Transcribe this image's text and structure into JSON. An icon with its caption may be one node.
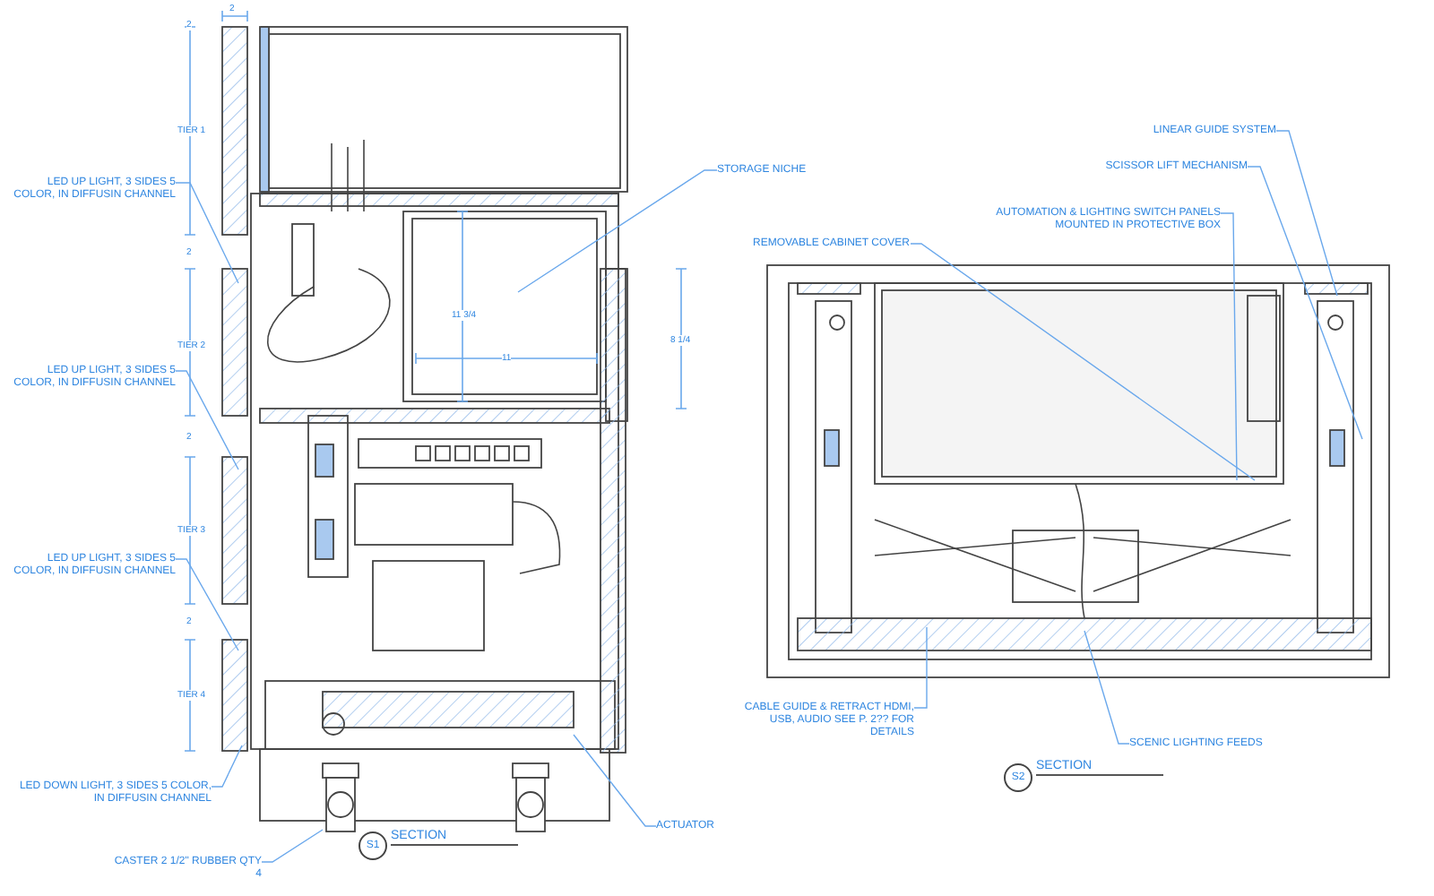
{
  "diagram": {
    "nodes": [
      {
        "text": [
          "LED UP LIGHT, 3 SIDES 5 COLOR, IN DIFFUSIN CHANNEL"
        ]
      },
      {
        "text": [
          "LED UP LIGHT, 3 SIDES 5 COLOR, IN DIFFUSIN CHANNEL"
        ]
      },
      {
        "text": [
          "LED UP LIGHT, 3 SIDES 5 COLOR, IN DIFFUSIN CHANNEL"
        ]
      },
      {
        "text": [
          "LED DOWN LIGHT, 3 SIDES 5 COLOR, IN DIFFUSIN CHANNEL"
        ]
      },
      {
        "text": [
          "CASTER 2 1/2\" RUBBER QTY 4"
        ]
      },
      {
        "text": [
          "STORAGE NICHE"
        ]
      },
      {
        "text": [
          "ACTUATOR"
        ]
      },
      {
        "text": [
          "LINEAR GUIDE SYSTEM"
        ]
      },
      {
        "text": [
          "SCISSOR LIFT MECHANISM"
        ]
      },
      {
        "text": [
          "AUTOMATION & LIGHTING SWITCH PANELS MOUNTED IN PROTECTIVE BOX"
        ]
      },
      {
        "text": [
          "REMOVABLE CABINET COVER"
        ]
      },
      {
        "text": [
          "CABLE GUIDE & RETRACT HDMI, USB, AUDIO SEE P. 2?? FOR DETAILS"
        ]
      },
      {
        "text": [
          "SCENIC LIGHTING FEEDS"
        ]
      }
    ],
    "edges": [
      {
        "from": 0,
        "to": null,
        "arrow": "none"
      },
      {
        "from": 1,
        "to": null,
        "arrow": "none"
      },
      {
        "from": 2,
        "to": null,
        "arrow": "none"
      },
      {
        "from": 3,
        "to": null,
        "arrow": "none"
      },
      {
        "from": 4,
        "to": null,
        "arrow": "none"
      },
      {
        "from": 5,
        "to": null,
        "arrow": "none"
      },
      {
        "from": 6,
        "to": null,
        "arrow": "none"
      },
      {
        "from": 7,
        "to": null,
        "arrow": "none"
      },
      {
        "from": 8,
        "to": null,
        "arrow": "none"
      },
      {
        "from": 9,
        "to": null,
        "arrow": "none"
      },
      {
        "from": 10,
        "to": null,
        "arrow": "none"
      },
      {
        "from": 11,
        "to": null,
        "arrow": "none"
      },
      {
        "from": 12,
        "to": null,
        "arrow": "none"
      }
    ],
    "labels": [
      "2",
      "2",
      "TIER 1",
      "2",
      "TIER 2",
      "2",
      "TIER 3",
      "2",
      "TIER 4",
      "11 3/4",
      "11",
      "8 1/4",
      "S1",
      "SECTION",
      "S2",
      "SECTION"
    ]
  }
}
